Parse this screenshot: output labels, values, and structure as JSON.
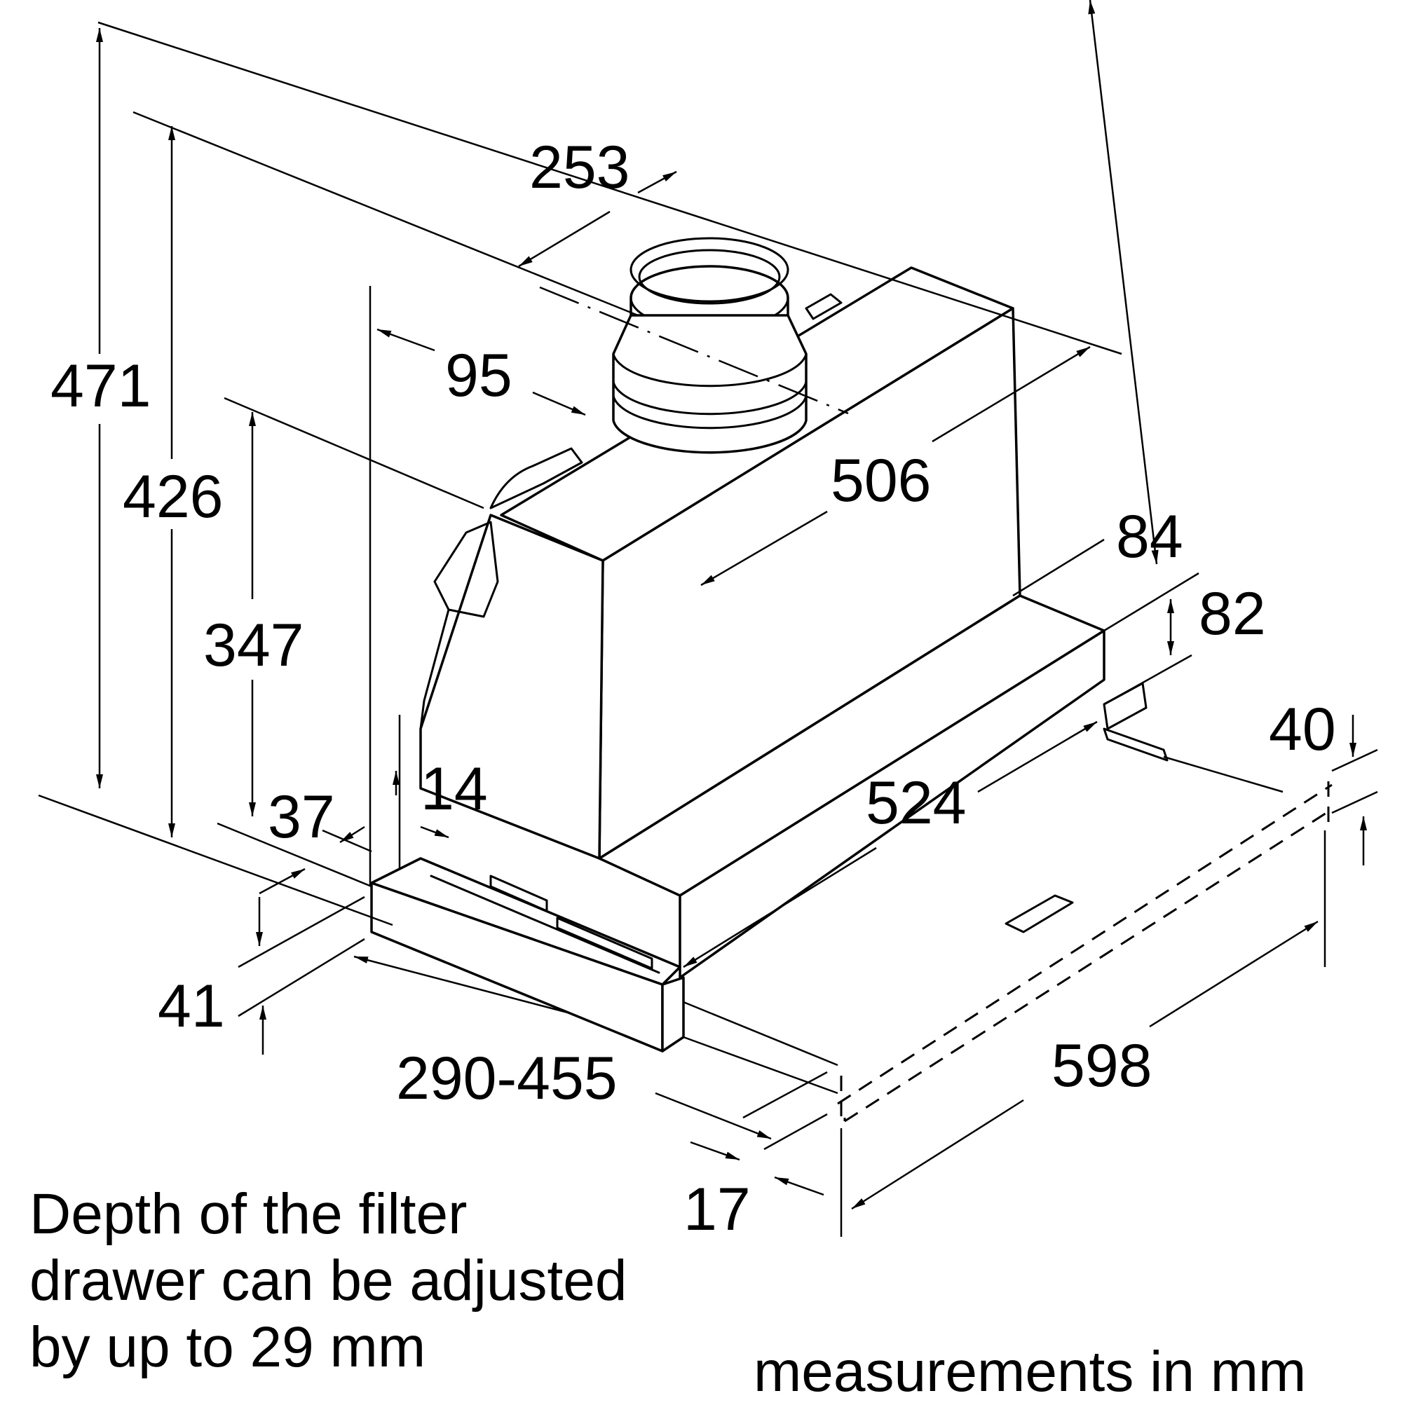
{
  "dimensions": {
    "d471": "471",
    "d426": "426",
    "d347": "347",
    "d253": "253",
    "d95": "95",
    "d506": "506",
    "d84": "84",
    "d82": "82",
    "d40": "40",
    "d524": "524",
    "d14": "14",
    "d37": "37",
    "d41": "41",
    "d290_455": "290-455",
    "d598": "598",
    "d17": "17"
  },
  "note": {
    "line1": "Depth of the filter",
    "line2": "drawer can be adjusted",
    "line3": "by up to 29 mm"
  },
  "units_label": "measurements in mm"
}
